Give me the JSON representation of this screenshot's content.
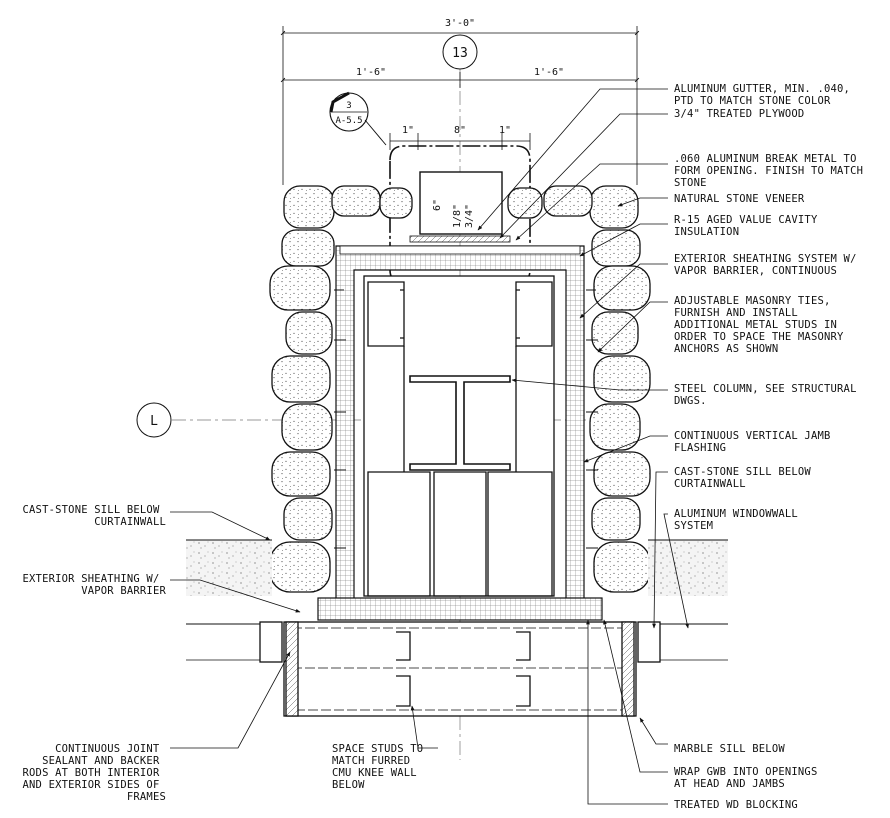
{
  "dimensions": {
    "overall": "3'-0\"",
    "left_half": "1'-6\"",
    "right_half": "1'-6\"",
    "gap_left": "1\"",
    "gap_center": "8\"",
    "gap_right": "1\"",
    "gutter_depth": "6\"",
    "gutter_thk_a": "1/8\"",
    "gutter_thk_b": "3/4\""
  },
  "grid_bubbles": {
    "column": "13",
    "row": "L"
  },
  "detail_ref": {
    "number": "3",
    "sheet": "A-5.5"
  },
  "right_notes": [
    [
      "ALUMINUM GUTTER, MIN. .040,",
      "PTD TO MATCH STONE COLOR"
    ],
    [
      "3/4\" TREATED PLYWOOD"
    ],
    [
      ".060 ALUMINUM BREAK METAL TO",
      "FORM OPENING. FINISH TO MATCH",
      "STONE"
    ],
    [
      "NATURAL STONE VENEER"
    ],
    [
      "R-15 AGED VALUE CAVITY",
      "INSULATION"
    ],
    [
      "EXTERIOR SHEATHING SYSTEM W/",
      "VAPOR BARRIER, CONTINUOUS"
    ],
    [
      "ADJUSTABLE MASONRY TIES,",
      "FURNISH AND INSTALL",
      "ADDITIONAL METAL STUDS IN",
      "ORDER TO SPACE THE MASONRY",
      "ANCHORS AS SHOWN"
    ],
    [
      "STEEL COLUMN, SEE STRUCTURAL",
      "DWGS."
    ],
    [
      "CONTINUOUS VERTICAL JAMB",
      "FLASHING"
    ],
    [
      "CAST-STONE SILL BELOW",
      "CURTAINWALL"
    ],
    [
      "ALUMINUM WINDOWWALL",
      "SYSTEM"
    ],
    [
      "MARBLE SILL BELOW"
    ],
    [
      "WRAP GWB INTO OPENINGS",
      "AT HEAD AND JAMBS"
    ],
    [
      "TREATED WD BLOCKING"
    ]
  ],
  "left_notes": [
    [
      "CAST-STONE SILL BELOW",
      "CURTAINWALL"
    ],
    [
      "EXTERIOR SHEATHING W/",
      "VAPOR BARRIER"
    ],
    [
      "CONTINUOUS JOINT",
      "SEALANT AND BACKER",
      "RODS AT BOTH INTERIOR",
      "AND EXTERIOR SIDES OF",
      "FRAMES"
    ]
  ],
  "bottom_note": [
    "SPACE STUDS TO",
    "MATCH FURRED",
    "CMU KNEE WALL",
    "BELOW"
  ]
}
